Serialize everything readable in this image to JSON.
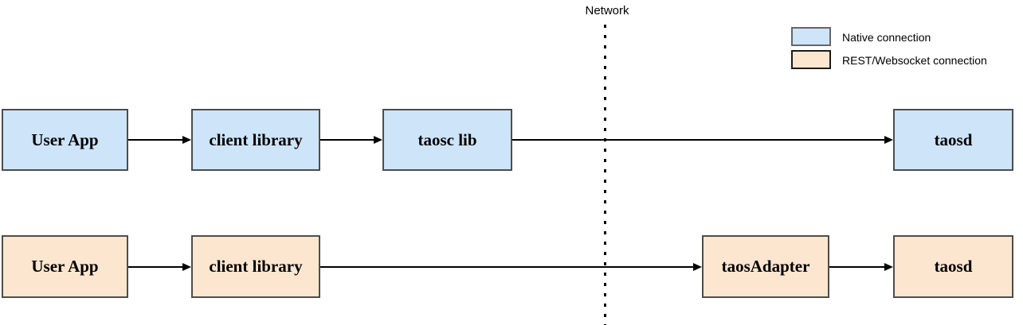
{
  "diagram": {
    "network_label": "Network",
    "legend": {
      "items": [
        {
          "label": "Native connection",
          "fill": "#cde4f9",
          "border": "#666666"
        },
        {
          "label": "REST/Websocket connection",
          "fill": "#fce6cf",
          "border": "#1a1a1a"
        }
      ]
    },
    "colors": {
      "background": "#ffffff",
      "text": "#000000",
      "arrow": "#000000",
      "box_border": "#4d4d4d",
      "native_fill": "#cde4f9",
      "rest_fill": "#fce6cf"
    },
    "native_row": {
      "user_app": "User App",
      "client_library": "client library",
      "taosc_lib": "taosc lib",
      "taosd": "taosd"
    },
    "rest_row": {
      "user_app": "User App",
      "client_library": "client library",
      "taosadapter": "taosAdapter",
      "taosd": "taosd"
    }
  }
}
